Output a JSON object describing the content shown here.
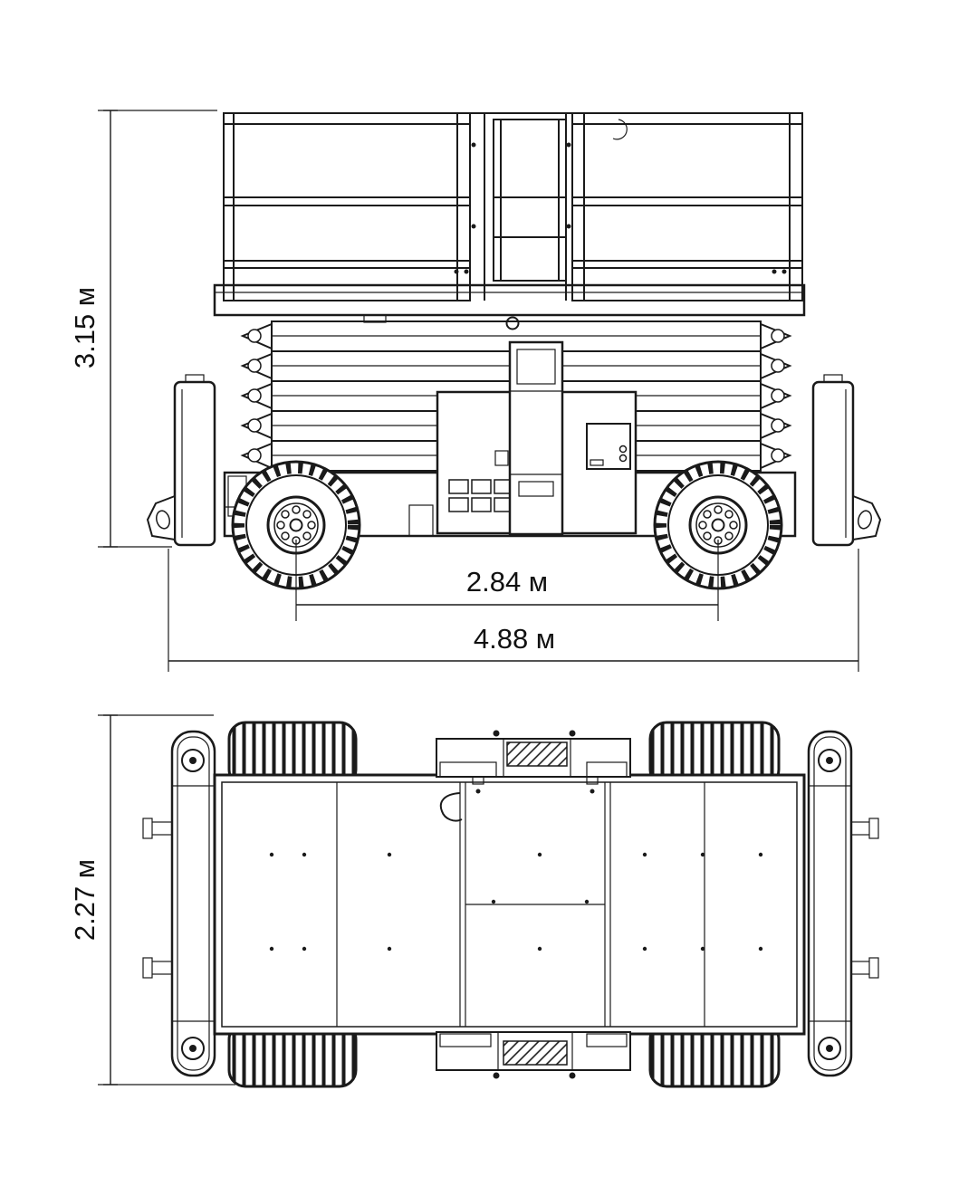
{
  "drawing": {
    "background": "#ffffff",
    "line_color": "#1a1a1a"
  },
  "dimensions": {
    "machine_height": "3.15 м",
    "wheelbase": "2.84 м",
    "overall_length": "4.88 м",
    "overall_width": "2.27 м"
  }
}
